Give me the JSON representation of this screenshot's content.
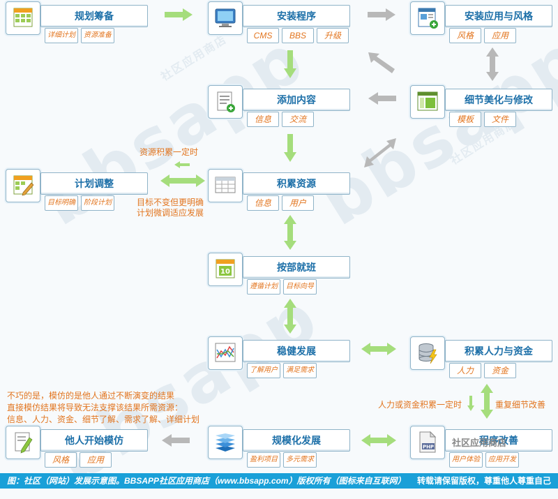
{
  "nodes": {
    "plan": {
      "title": "规划筹备",
      "tags": [
        "详细计划",
        "资源准备"
      ]
    },
    "install": {
      "title": "安装程序",
      "tags": [
        "CMS",
        "BBS",
        "升级"
      ]
    },
    "apps": {
      "title": "安装应用与风格",
      "tags": [
        "风格",
        "应用"
      ]
    },
    "content": {
      "title": "添加内容",
      "tags": [
        "信息",
        "交流"
      ]
    },
    "beautify": {
      "title": "细节美化与修改",
      "tags": [
        "模板",
        "文件"
      ]
    },
    "adjust": {
      "title": "计划调整",
      "tags": [
        "目标明确",
        "阶段计划"
      ]
    },
    "accumulate": {
      "title": "积累资源",
      "tags": [
        "信息",
        "用户"
      ]
    },
    "stepbystep": {
      "title": "按部就班",
      "tags": [
        "遵循计划",
        "目标向导"
      ]
    },
    "stable": {
      "title": "稳健发展",
      "tags": [
        "了解用户",
        "满足需求"
      ]
    },
    "manpower": {
      "title": "积累人力与资金",
      "tags": [
        "人力",
        "资金"
      ]
    },
    "imitate": {
      "title": "他人开始模仿",
      "tags": [
        "风格",
        "应用"
      ]
    },
    "scale": {
      "title": "规模化发展",
      "tags": [
        "盈利项目",
        "多元需求"
      ]
    },
    "improve": {
      "title": "程序改善",
      "tags": [
        "用户体验",
        "应用开发"
      ]
    }
  },
  "annotations": {
    "resource_accumulated": "资源积累一定时",
    "goal_line1": "目标不变但更明确",
    "goal_line2": "计划微调适应发展",
    "imitate_line1": "不巧的是，模仿的是他人通过不断演变的结果",
    "imitate_line2": "直接模仿结果将导致无法支撑该结果所需资源：",
    "imitate_line3": "信息、人力、资金、细节了解、需求了解、详细计划",
    "manpower_accumulated": "人力或资金积累一定时",
    "repeat_improve": "重复细节改善"
  },
  "watermark": {
    "big": "bbsapp",
    "small": "社区应用商店"
  },
  "footer": {
    "left": "图：社区（网站）发展示意图。BBSAPP社区应用商店（www.bbsapp.com）版权所有（图标来自互联网）",
    "right": "转载请保留版权，尊重他人尊重自己"
  },
  "corner_mark": "社区应用商店",
  "colors": {
    "title": "#1c6fa8",
    "tag": "#e2751f",
    "border": "#8fb3c8",
    "arrow_green": "#a5dd7c",
    "arrow_gray": "#b8b8b8",
    "footer": "#1aa0d8"
  },
  "icons": [
    "calendar-grid-icon",
    "monitor-icon",
    "window-add-icon",
    "document-add-icon",
    "layout-window-icon",
    "calendar-pencil-icon",
    "table-grid-icon",
    "calendar-date-icon",
    "chart-lines-icon",
    "database-bolt-icon",
    "document-pencil-icon",
    "layers-stack-icon",
    "php-file-icon"
  ]
}
